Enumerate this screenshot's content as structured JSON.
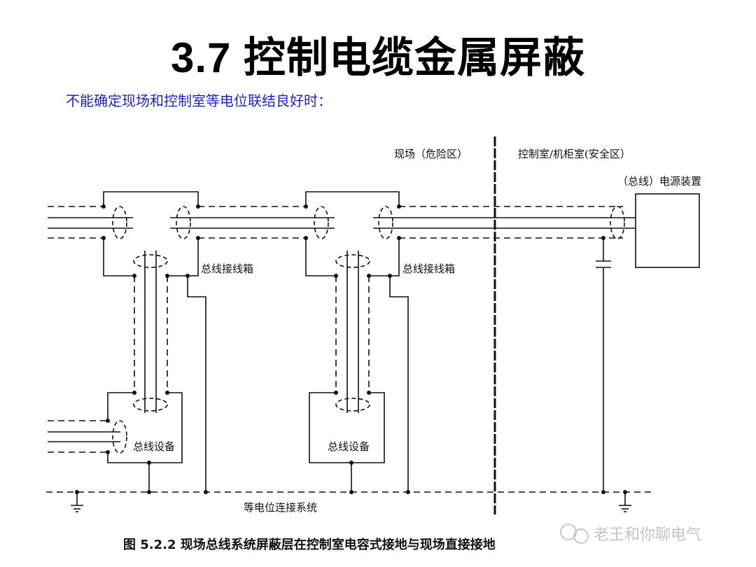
{
  "slide": {
    "title": "3.7 控制电缆金属屏蔽",
    "subtitle": "不能确定现场和控制室等电位联结良好时："
  },
  "diagram": {
    "zones": {
      "field": "现场（危险区）",
      "control": "控制室/机柜室(安全区）"
    },
    "labels": {
      "power_supply": "（总线）电源装置",
      "junction_box_1": "总线接线箱",
      "junction_box_2": "总线接线箱",
      "device_1": "总线设备",
      "device_2": "总线设备",
      "equipotential": "等电位连接系统"
    },
    "caption": "图 5.2.2   现场总线系统屏蔽层在控制室电容式接地与现场直接接地",
    "watermark": "老王和你聊电气"
  }
}
